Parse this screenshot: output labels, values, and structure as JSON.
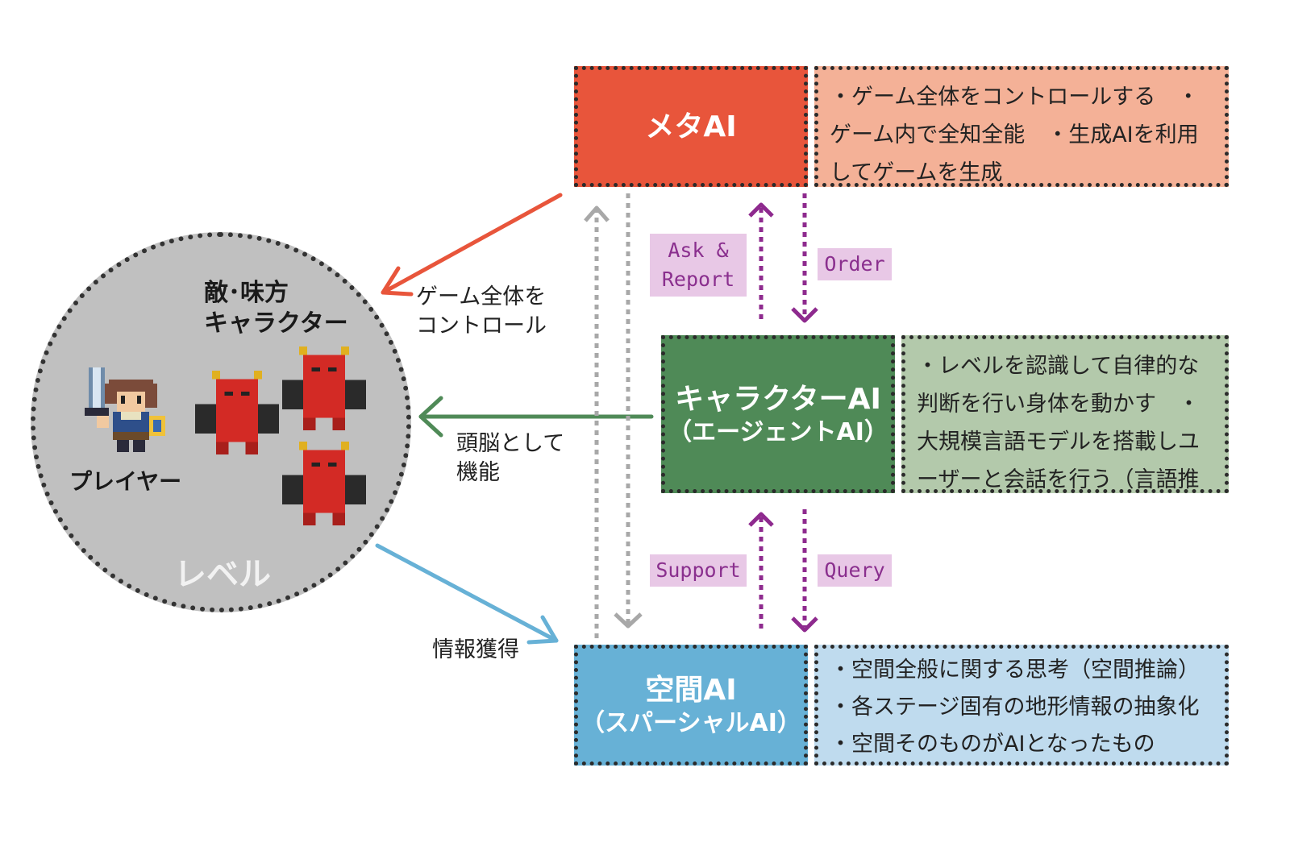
{
  "level": {
    "title": "レベル",
    "enemies_ally_line1": "敵･味方",
    "enemies_ally_line2": "キャラクター",
    "player": "プレイヤー"
  },
  "meta_ai": {
    "title": "メタAI",
    "description": "・ゲーム全体をコントロールする　・ゲーム内で全知全能　・生成AIを利用してゲームを生成"
  },
  "character_ai": {
    "title": "キャラクターAI",
    "subtitle": "（エージェントAI）",
    "description": "・レベルを認識して自律的な判断を行い身体を動かす　・大規模言語モデルを搭載しユーザーと会話を行う（言語推論）"
  },
  "spatial_ai": {
    "title": "空間AI",
    "subtitle": "（スパーシャルAI）",
    "items": [
      "・空間全般に関する思考（空間推論）",
      "・各ステージ固有の地形情報の抽象化",
      "・空間そのものがAIとなったもの"
    ]
  },
  "edges": {
    "meta_to_level_line1": "ゲーム全体を",
    "meta_to_level_line2": "コントロール",
    "character_to_level_line1": "頭脳として",
    "character_to_level_line2": "機能",
    "level_to_spatial": "情報獲得",
    "ask_report_line1": "Ask &",
    "ask_report_line2": "Report",
    "order": "Order",
    "support": "Support",
    "query": "Query"
  },
  "colors": {
    "meta": "#e8553b",
    "meta_desc": "#f4b197",
    "character": "#4f8a57",
    "character_desc": "#b3c9ab",
    "spatial": "#67b1d6",
    "spatial_desc": "#bfdbee",
    "arrow_meta": "#e8553b",
    "arrow_character": "#4f8a57",
    "arrow_spatial": "#67b1d6",
    "arrow_purple": "#8e2a8e",
    "arrow_gray": "#a8a8a8"
  }
}
